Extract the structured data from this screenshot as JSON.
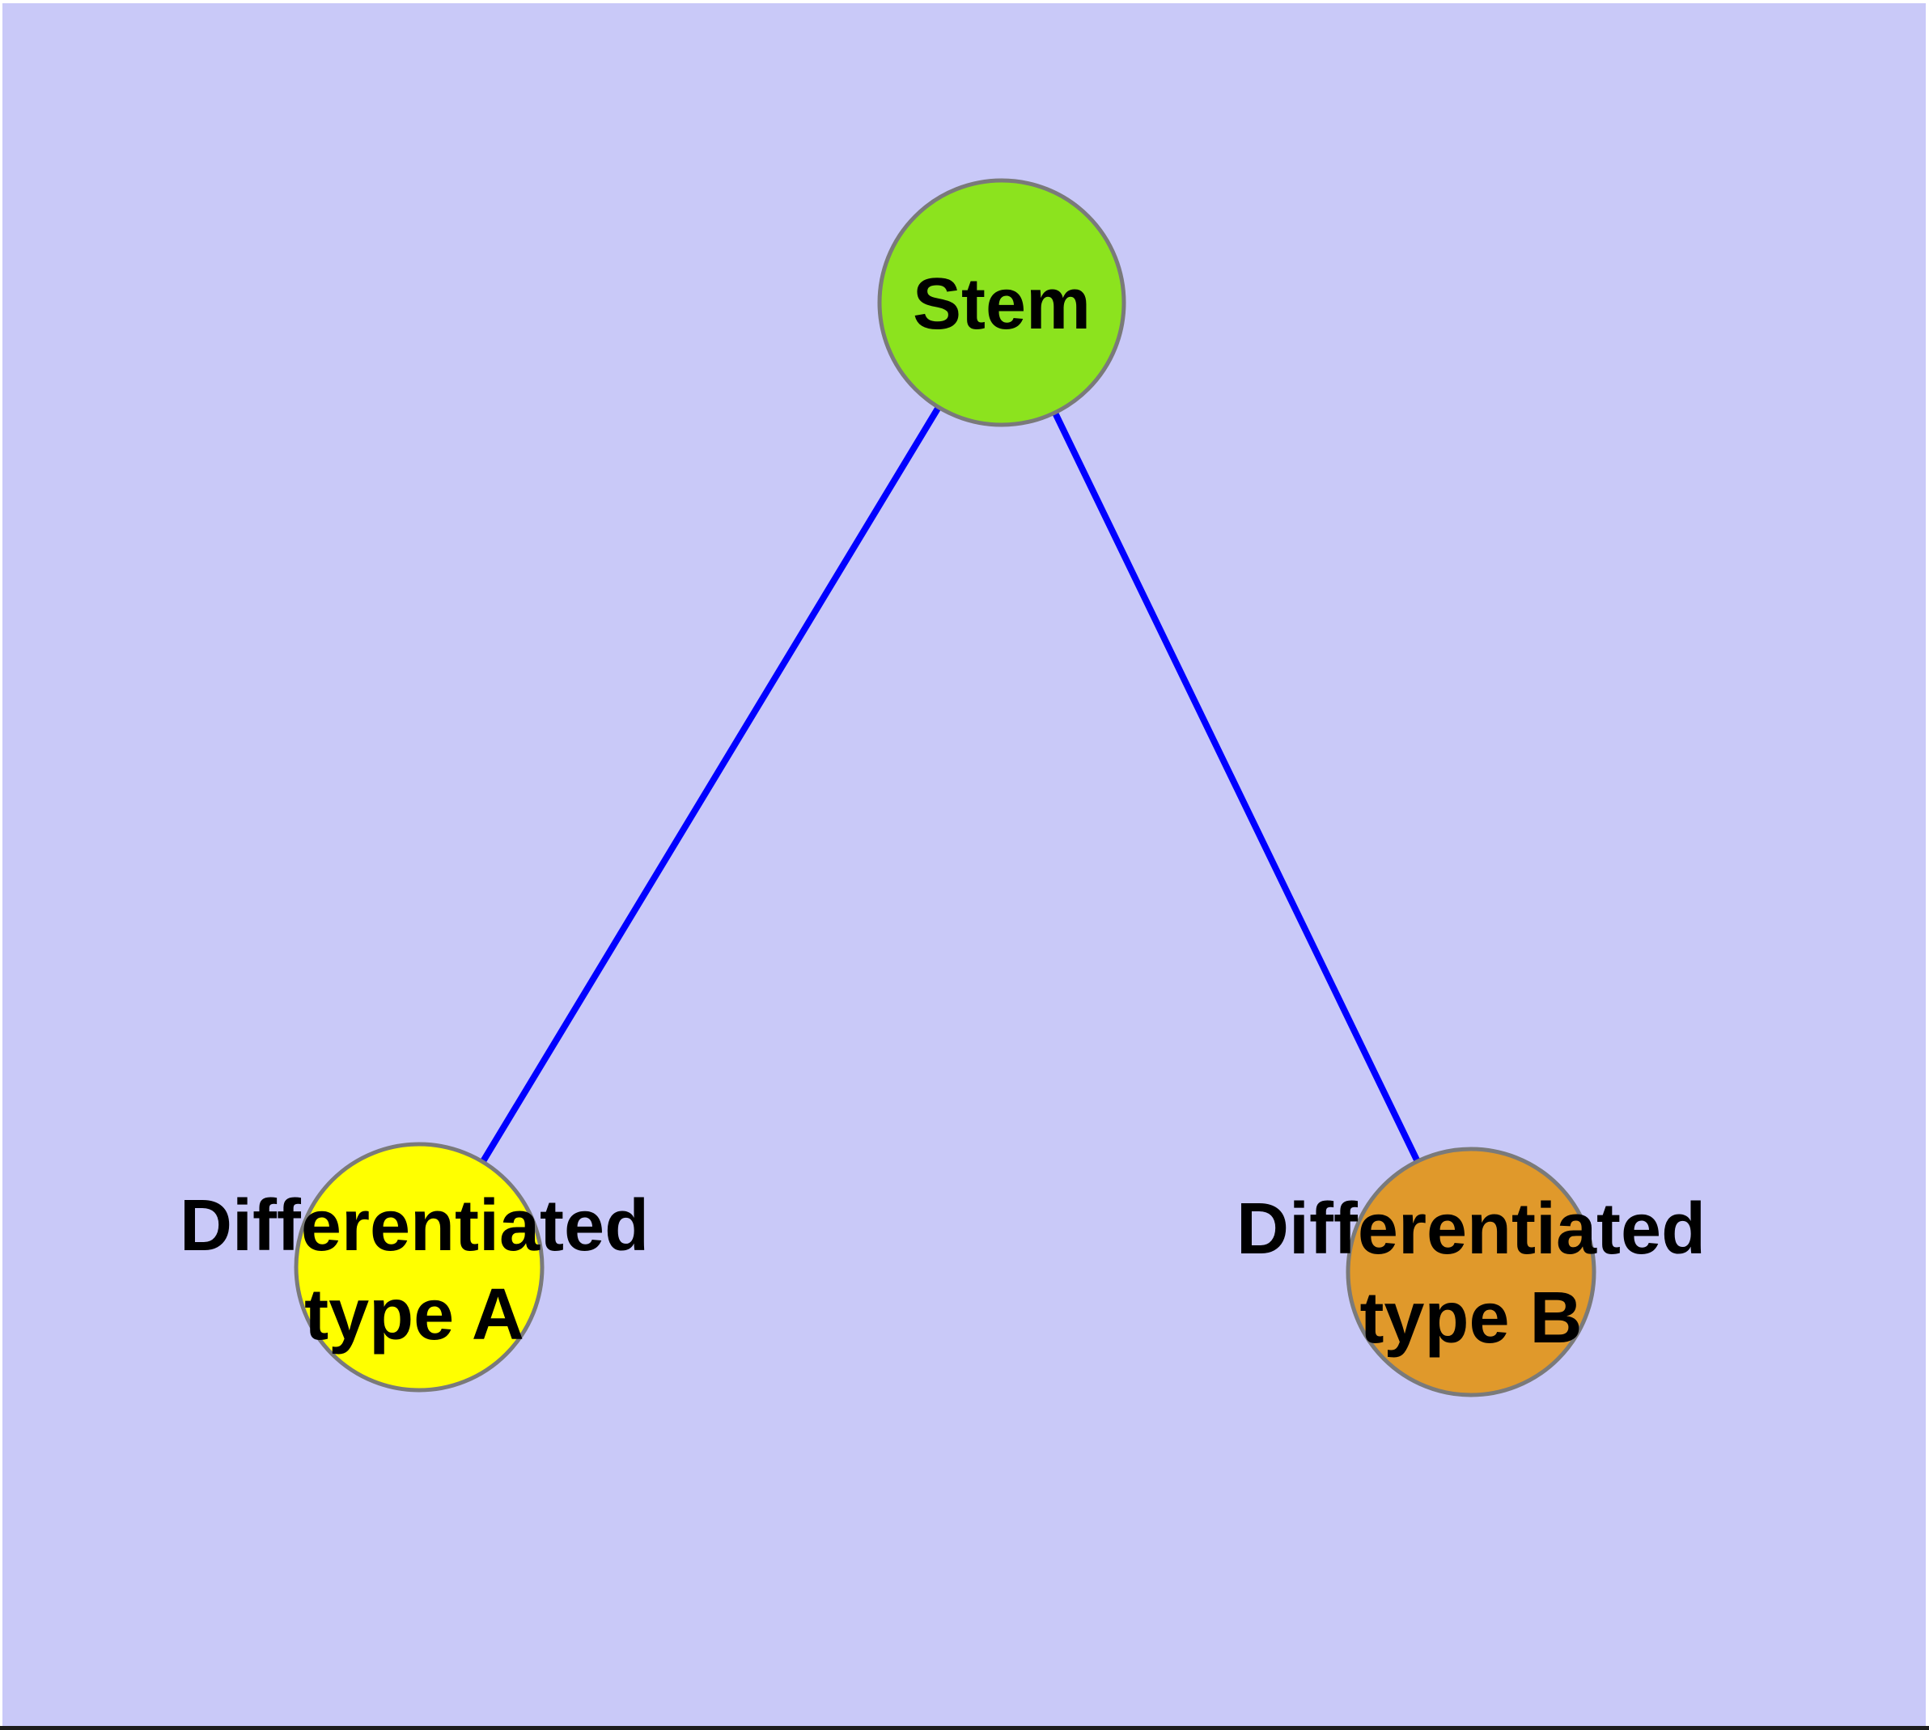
{
  "canvas": {
    "background_color": "#C9C9F8",
    "frame_color": "#FFFFFF",
    "bottom_bar_color": "#1C1C1C"
  },
  "graph": {
    "type": "node-link-diagram",
    "nodes": [
      {
        "id": "stem",
        "label": "Stem",
        "fill_color": "#8CE31E",
        "border_color": "#7A7A7A"
      },
      {
        "id": "differentiated-type-a",
        "label": "Differentiated type A",
        "label_lines": {
          "line1": "Differentiated",
          "line2": "type A"
        },
        "fill_color": "#FFFF00",
        "border_color": "#7A7A7A"
      },
      {
        "id": "differentiated-type-b",
        "label": "Differentiated type B",
        "label_lines": {
          "line1": "Differentiated",
          "line2": "type B"
        },
        "fill_color": "#E0992B",
        "border_color": "#7A7A7A"
      }
    ],
    "edges": [
      {
        "from": "stem",
        "to": "differentiated-type-a",
        "color": "#0000FF"
      },
      {
        "from": "stem",
        "to": "differentiated-type-b",
        "color": "#0000FF"
      }
    ]
  }
}
